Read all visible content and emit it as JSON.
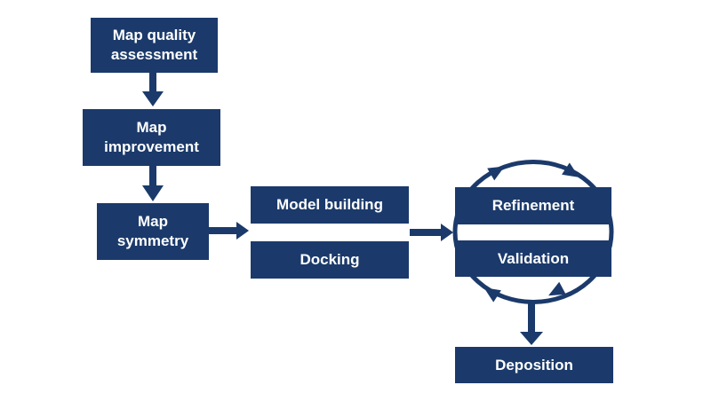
{
  "colors": {
    "accent": "#1b3a6b",
    "node_text": "#ffffff",
    "background": "#ffffff"
  },
  "diagram": {
    "type": "flowchart",
    "nodes": {
      "map_quality": {
        "label": "Map quality assessment"
      },
      "map_improvement": {
        "label": "Map improvement"
      },
      "map_symmetry": {
        "label": "Map symmetry"
      },
      "model_building": {
        "label": "Model building"
      },
      "docking": {
        "label": "Docking"
      },
      "refinement": {
        "label": "Refinement"
      },
      "validation": {
        "label": "Validation"
      },
      "deposition": {
        "label": "Deposition"
      }
    },
    "edges": [
      {
        "from": "map_quality",
        "to": "map_improvement",
        "direction": "down"
      },
      {
        "from": "map_improvement",
        "to": "map_symmetry",
        "direction": "down"
      },
      {
        "from": "map_symmetry",
        "to": "model_building / docking",
        "direction": "right"
      },
      {
        "from": "model_building / docking",
        "to": "refinement / validation",
        "direction": "right"
      },
      {
        "from": "refinement",
        "to": "validation",
        "type": "cycle",
        "direction": "clockwise"
      },
      {
        "from": "refinement / validation cycle",
        "to": "deposition",
        "direction": "down"
      }
    ]
  }
}
